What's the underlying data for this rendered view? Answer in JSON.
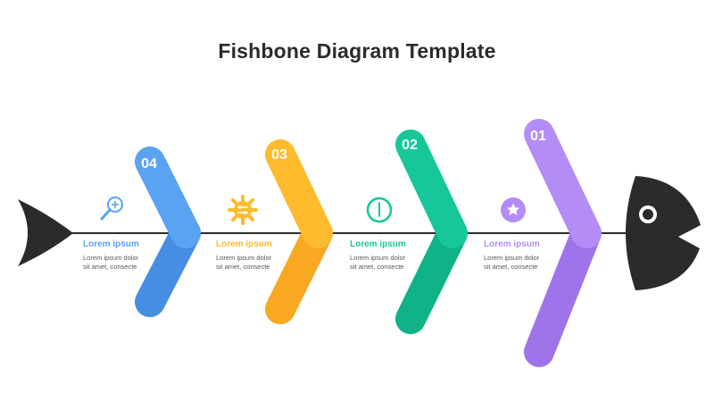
{
  "title": "Fishbone Diagram Template",
  "colors": {
    "spine": "#2b2b2b",
    "fish": "#2b2b2b"
  },
  "steps": [
    {
      "number": "04",
      "icon": "magnifier-plus-icon",
      "heading": "Lorem ipsum",
      "desc_line1": "Lorem ipsum dolor",
      "desc_line2": "sit amet, consecte",
      "color": "#5aa2f2",
      "color_dark": "#468ee4"
    },
    {
      "number": "03",
      "icon": "gear-icon",
      "heading": "Lorem ipsum",
      "desc_line1": "Lorem ipsum dolor",
      "desc_line2": "sit amet, consecte",
      "color": "#fdbb2d",
      "color_dark": "#f9a822"
    },
    {
      "number": "02",
      "icon": "clock-icon",
      "heading": "Lorem ipsum",
      "desc_line1": "Lorem ipsum dolor",
      "desc_line2": "sit amet, consecte",
      "color": "#16c79a",
      "color_dark": "#0fb387"
    },
    {
      "number": "01",
      "icon": "star-icon",
      "heading": "Lorem ipsum",
      "desc_line1": "Lorem ipsum dolor",
      "desc_line2": "sit amet, consecte",
      "color": "#b48cf5",
      "color_dark": "#9f74ea"
    }
  ]
}
